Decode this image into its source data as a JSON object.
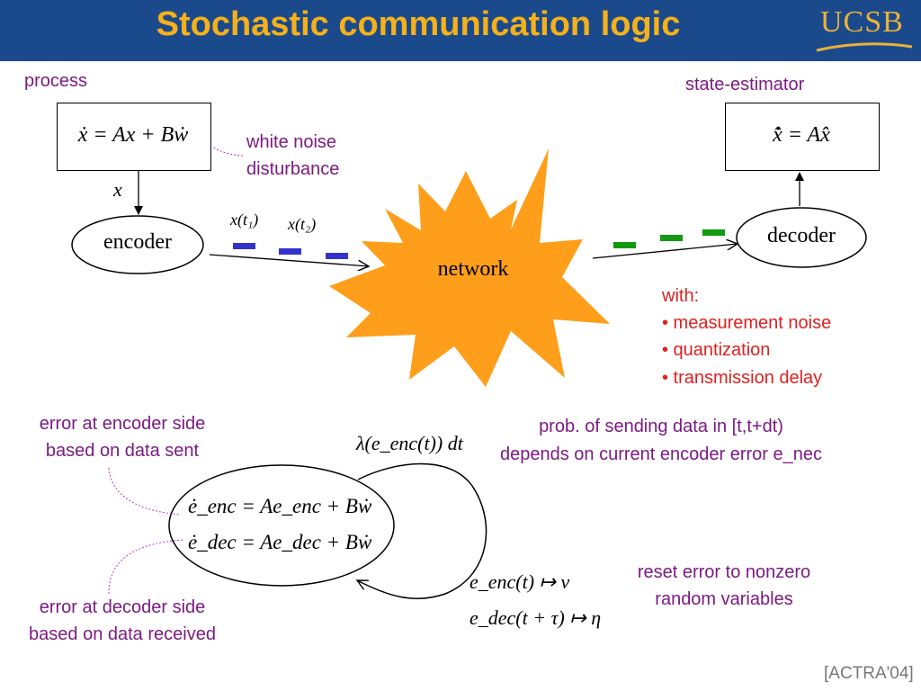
{
  "header": {
    "title": "Stochastic communication logic",
    "logo_text": "UCSB"
  },
  "process": {
    "label": "process",
    "equation": "ẋ = Ax + Bẇ",
    "noise_label_line1": "white noise",
    "noise_label_line2": "disturbance",
    "x_label": "x"
  },
  "state_estimator": {
    "label": "state-estimator",
    "equation": "x̂̇ = Ax̂"
  },
  "encoder": {
    "label": "encoder"
  },
  "decoder": {
    "label": "decoder"
  },
  "network": {
    "label": "network"
  },
  "samples": {
    "t1": "x(t₁)",
    "t2": "x(t₂)"
  },
  "network_effects": {
    "heading": "with:",
    "items": [
      "• measurement noise",
      "• quantization",
      "• transmission delay"
    ]
  },
  "error_model": {
    "encoder_side_line1": "error at encoder side",
    "encoder_side_line2": "based on data sent",
    "decoder_side_line1": "error at decoder side",
    "decoder_side_line2": "based on data received",
    "enc_equation": "ė_enc = Ae_enc + Bẇ",
    "dec_equation": "ė_dec = Ae_dec + Bẇ",
    "rate": "λ(e_enc(t)) dt",
    "reset_enc": "e_enc(t) ↦ ν",
    "reset_dec": "e_dec(t + τ) ↦ η",
    "prob_line1": "prob. of sending data in [t,t+dt)",
    "prob_line2": "depends on current encoder error e_nec",
    "reset_line1": "reset error to nonzero",
    "reset_line2": "random variables"
  },
  "citation": "[ACTRA'04]",
  "colors": {
    "header_bg": "#1b4a8c",
    "title": "#f5b11a",
    "purple": "#7b1a83",
    "red": "#e02020",
    "network_fill": "#ff9e1a",
    "packet_blue": "#3333cc",
    "packet_green": "#119911"
  }
}
